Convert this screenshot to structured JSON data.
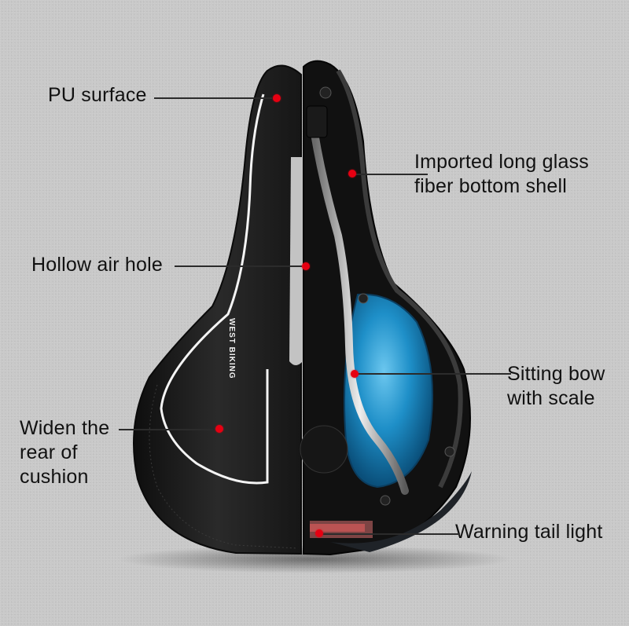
{
  "product": {
    "type": "bicycle saddle",
    "brand_text": "WEST BIKING"
  },
  "colors": {
    "background": "#c9c9c9",
    "callout_dot": "#e60012",
    "leader_line": "#2b2b2b",
    "label_text": "#111111",
    "saddle_black": "#1c1c1c",
    "gel_blue": "#1e8fc8"
  },
  "callouts": [
    {
      "id": "pu-surface",
      "label": "PU surface",
      "side": "left"
    },
    {
      "id": "glass-fiber-shell",
      "label": "Imported long glass\nfiber bottom shell",
      "side": "right"
    },
    {
      "id": "hollow-air-hole",
      "label": "Hollow air hole",
      "side": "left"
    },
    {
      "id": "sitting-bow",
      "label": "Sitting bow\nwith scale",
      "side": "right"
    },
    {
      "id": "widen-rear",
      "label": "Widen the\nrear of\ncushion",
      "side": "left"
    },
    {
      "id": "tail-light",
      "label": "Warning tail light",
      "side": "right"
    }
  ]
}
